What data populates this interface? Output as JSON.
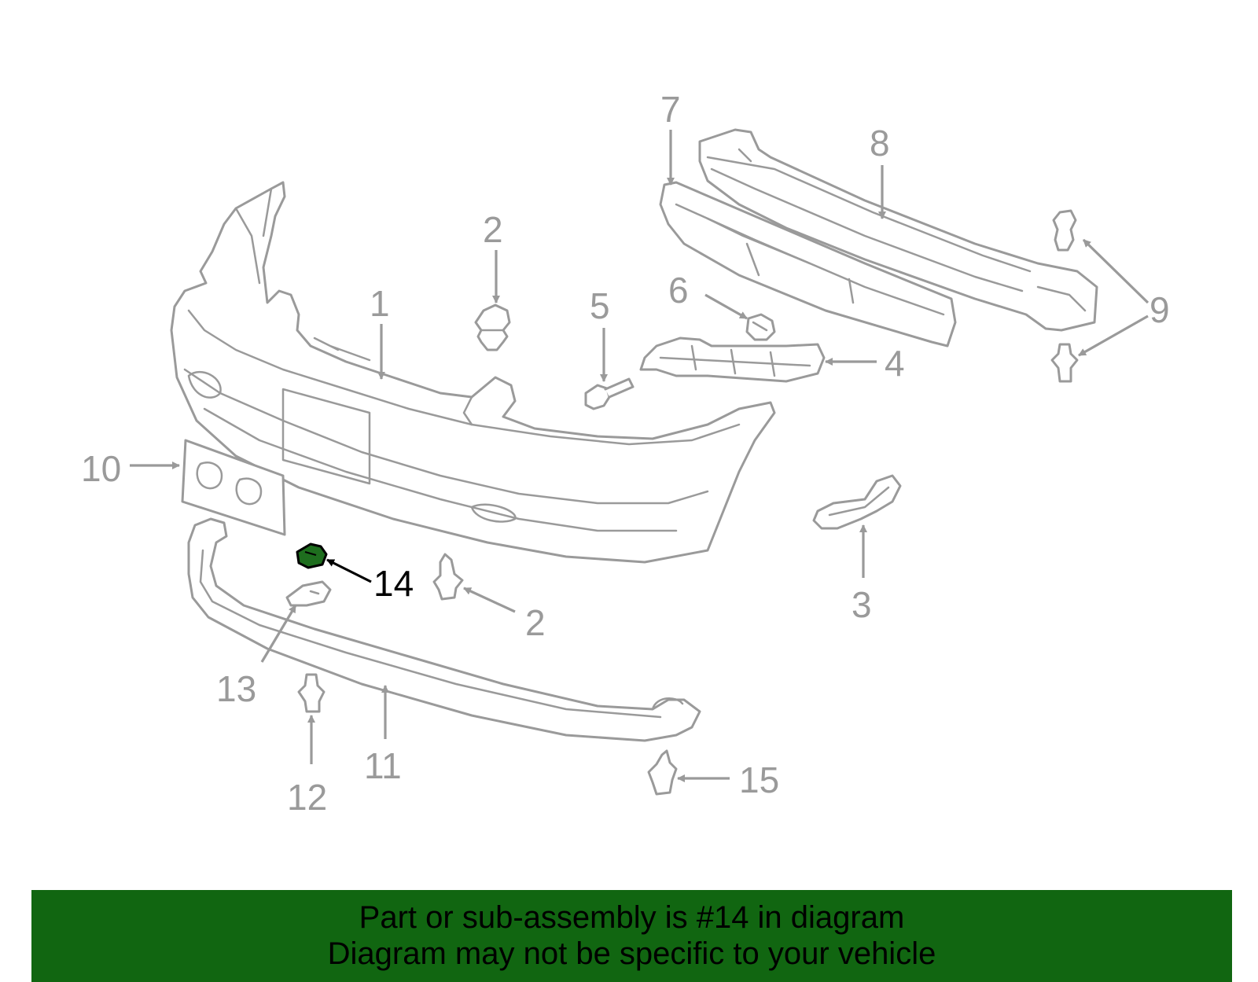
{
  "diagram": {
    "highlighted_part": "14",
    "callouts": {
      "c1": "1",
      "c2a": "2",
      "c2b": "2",
      "c3": "3",
      "c4": "4",
      "c5": "5",
      "c6": "6",
      "c7": "7",
      "c8": "8",
      "c9": "9",
      "c10": "10",
      "c11": "11",
      "c12": "12",
      "c13": "13",
      "c14": "14",
      "c15": "15"
    },
    "colors": {
      "line": "#9a9a9a",
      "highlight_fill": "#1e6e1e",
      "banner": "#116611"
    }
  },
  "footer": {
    "line1": "Part or sub-assembly is #14 in diagram",
    "line2": "Diagram may not be specific to your vehicle"
  }
}
